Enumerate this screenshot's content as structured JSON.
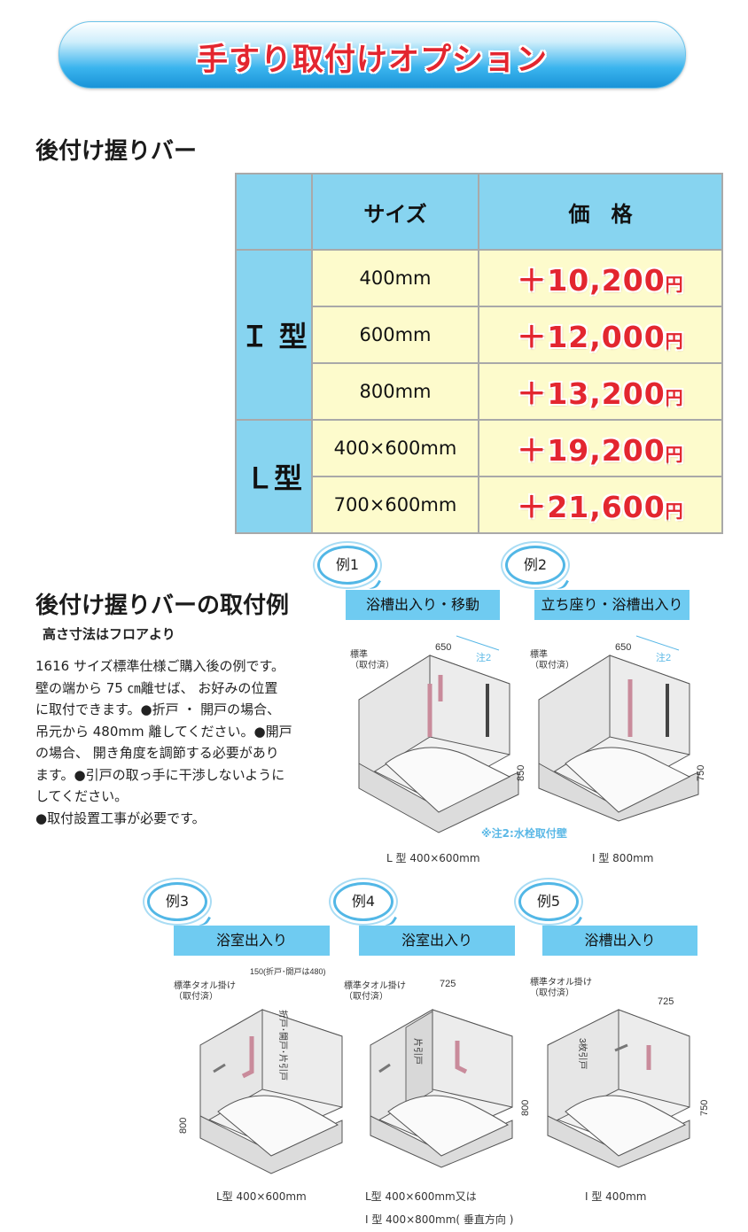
{
  "banner": {
    "title": "手すり取付けオプション"
  },
  "section1": {
    "heading": "後付け握りバー"
  },
  "table": {
    "headers": {
      "size": "サイズ",
      "price": "価　格"
    },
    "groups": [
      {
        "type": "Ｉ 型",
        "rows": [
          {
            "size": "400mm",
            "price": "＋10,200",
            "unit": "円"
          },
          {
            "size": "600mm",
            "price": "＋12,000",
            "unit": "円"
          },
          {
            "size": "800mm",
            "price": "＋13,200",
            "unit": "円"
          }
        ]
      },
      {
        "type": "Ｌ型",
        "rows": [
          {
            "size": "400×600mm",
            "price": "＋19,200",
            "unit": "円"
          },
          {
            "size": "700×600mm",
            "price": "＋21,600",
            "unit": "円"
          }
        ]
      }
    ]
  },
  "section2": {
    "heading": "後付け握りバーの取付例",
    "subheading": "高さ寸法はフロアより",
    "description": [
      "1616 サイズ標準仕様ご購入後の例です。",
      "壁の端から 75 ㎝離せば、 お好みの位置",
      "に取付できます。●折戸 ・ 開戸の場合、",
      "吊元から 480mm 離してください。●開戸",
      "の場合、 開き角度を調節する必要があり",
      "ます。●引戸の取っ手に干渉しないように",
      "してください。",
      "●取付設置工事が必要です。"
    ]
  },
  "examples": [
    {
      "tag": "例1",
      "label": "浴槽出入り・移動",
      "caption": "L 型 400×600mm",
      "notes": [
        "標準",
        "（取付済）",
        "650",
        "注2",
        "850"
      ]
    },
    {
      "tag": "例2",
      "label": "立ち座り・浴槽出入り",
      "caption": "I 型 800mm",
      "notes": [
        "標準",
        "（取付済）",
        "650",
        "注2",
        "750"
      ]
    },
    {
      "tag": "例3",
      "label": "浴室出入り",
      "caption": "L型 400×600mm",
      "notes": [
        "標準タオル掛け",
        "（取付済）",
        "150(折戸･開戸は480)",
        "折戸･開戸･片引戸",
        "800"
      ]
    },
    {
      "tag": "例4",
      "label": "浴室出入り",
      "caption": "L型 400×600mm又は",
      "caption2": "I 型 400×800mm( 垂直方向 )",
      "notes": [
        "標準タオル掛け",
        "（取付済）",
        "725",
        "片引戸",
        "800"
      ]
    },
    {
      "tag": "例5",
      "label": "浴槽出入り",
      "caption": "I 型 400mm",
      "notes": [
        "標準タオル掛け",
        "（取付済）",
        "725",
        "3枚引戸",
        "750"
      ]
    }
  ],
  "note_water": "※注2:水栓取付壁",
  "colors": {
    "accent_red": "#e3262f",
    "header_blue": "#87d4f0",
    "cell_yellow": "#fdfbcc",
    "tab_blue": "#6fcbf1"
  }
}
